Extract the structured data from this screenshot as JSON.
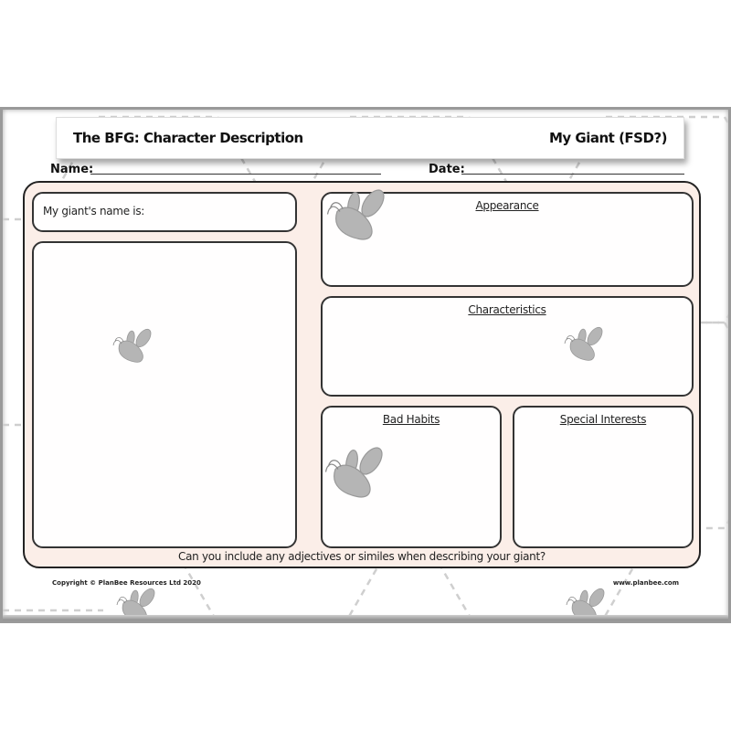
{
  "worksheet": {
    "title": "The BFG: Character Description",
    "subtitle": "My Giant (FSD?)",
    "name_label": "Name:",
    "date_label": "Date:",
    "giant_name_label": "My giant's name is:",
    "sections": {
      "appearance": "Appearance",
      "characteristics": "Characteristics",
      "bad_habits": "Bad Habits",
      "special_interests": "Special Interests"
    },
    "prompt": "Can you include any adjectives or similes when describing your giant?",
    "footer": {
      "copyright": "Copyright © PlanBee Resources Ltd 2020",
      "website": "www.planbee.com"
    },
    "colors": {
      "panel_bg": "#fbeee8",
      "border": "#222222",
      "bee_gray": "#b5b5b5",
      "hex_dash": "#cfcfcf"
    },
    "icons": [
      "bee-icon"
    ]
  }
}
